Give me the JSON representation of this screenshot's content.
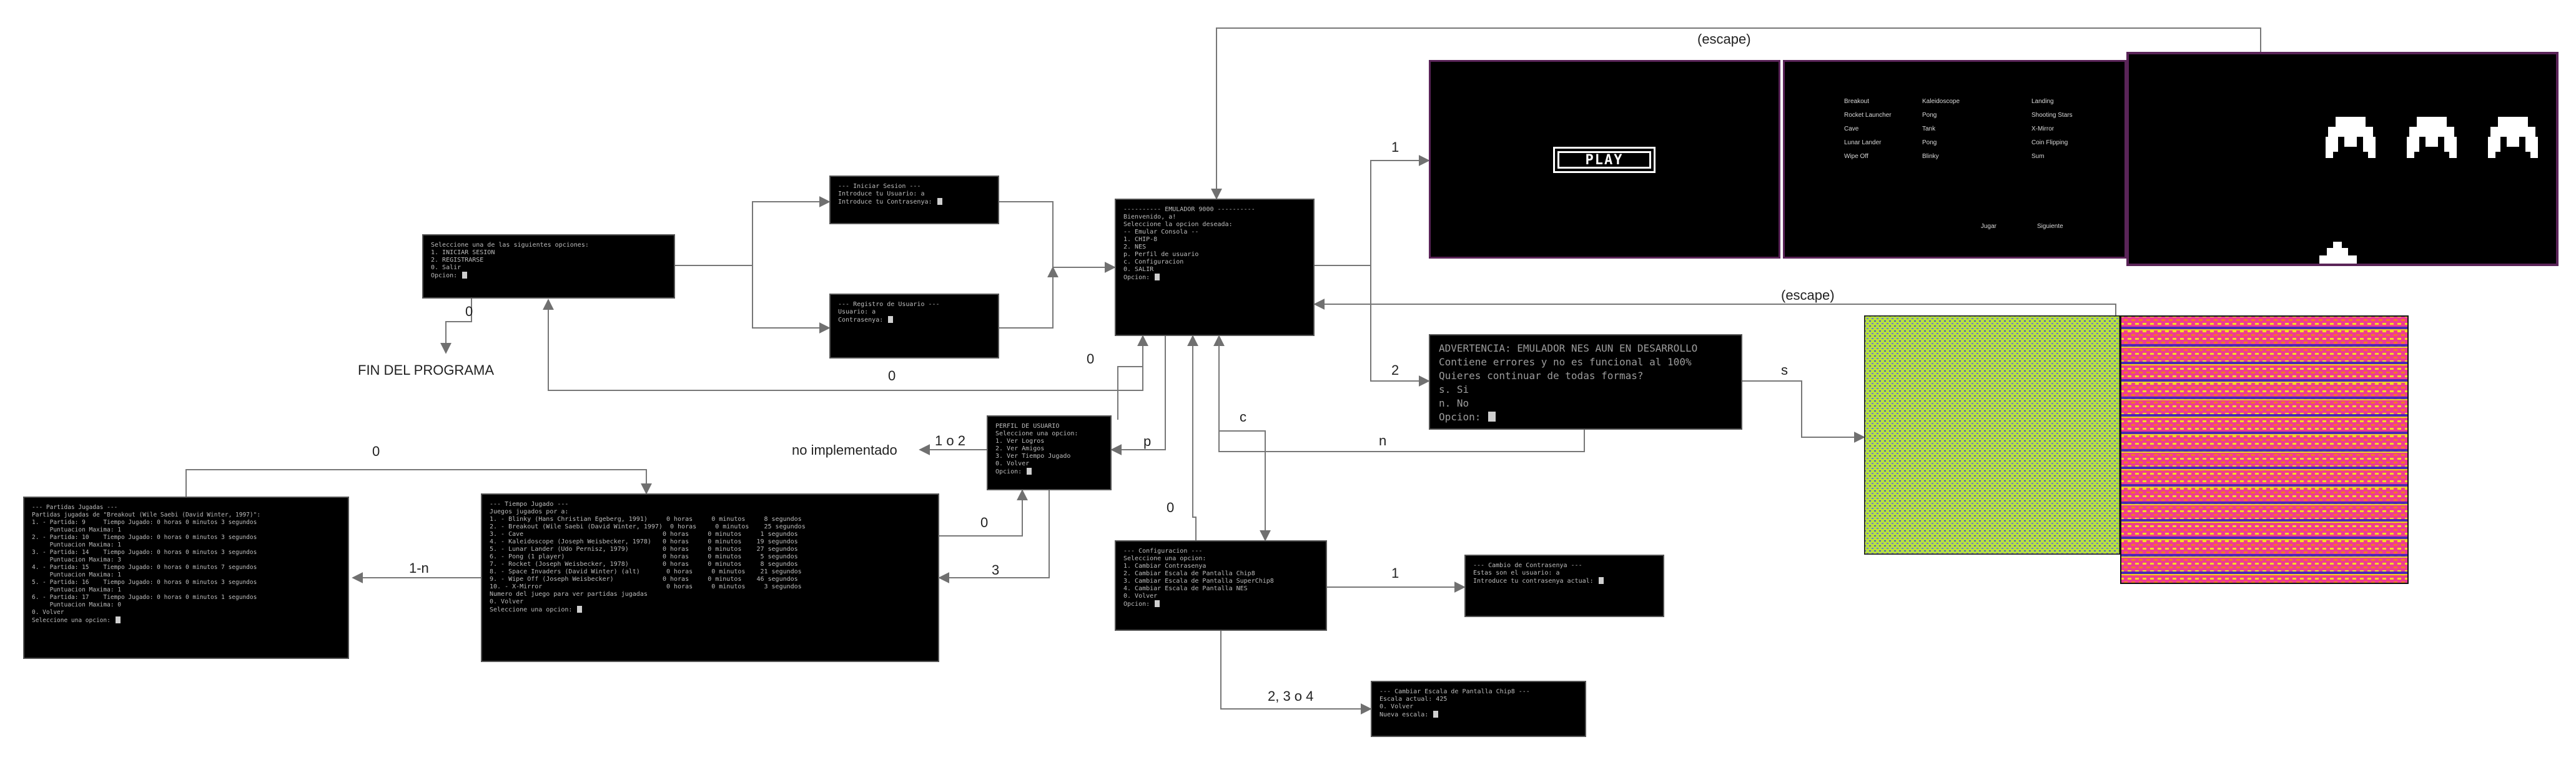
{
  "labels": {
    "escape_top": "(escape)",
    "escape_mid": "(escape)",
    "zero_main": "0",
    "fin": "FIN DEL PROGRAMA",
    "zero_emul_to_main": "0",
    "zero_perfil_to_emul": "0",
    "one_to_play": "1",
    "two_to_warn": "2",
    "s_to_nes": "s",
    "n_back": "n",
    "p_to_perfil": "p",
    "c_to_config": "c",
    "one_or_two": "1 o 2",
    "no_impl": "no implementado",
    "zero_partidas": "0",
    "one_n": "1-n",
    "zero_tiempo": "0",
    "three": "3",
    "zero_config": "0",
    "one_config": "1",
    "two_three_four": "2, 3 o 4"
  },
  "terminals": {
    "main_menu": [
      "Seleccione una de las siguientes opciones:",
      "1. INICIAR SESION",
      "2. REGISTRARSE",
      "0. Salir",
      "Opcion: "
    ],
    "login": [
      "--- Iniciar Sesion ---",
      "Introduce tu Usuario: a",
      "",
      "Introduce tu Contrasenya: "
    ],
    "register": [
      "--- Registro de Usuario ---",
      "",
      "Usuario: a",
      "",
      "Contrasenya: "
    ],
    "emulator": [
      "---------- EMULADOR 9000 ----------",
      "Bienvenido, a!",
      "Seleccione la opcion deseada:",
      "",
      "-- Emular Consola --",
      "1. CHIP-8",
      "2. NES",
      "",
      "p. Perfil de usuario",
      "c. Configuracion",
      "",
      "0. SALIR",
      "Opcion: "
    ],
    "warning": [
      "ADVERTENCIA: EMULADOR NES AUN EN DESARROLLO",
      "Contiene errores y no es funcional al 100%",
      "Quieres continuar de todas formas?",
      "s. Si",
      "n. No",
      "Opcion: "
    ],
    "perfil": [
      "PERFIL DE USUARIO",
      "Seleccione una opcion:",
      "1. Ver Logros",
      "2. Ver Amigos",
      "3. Ver Tiempo Jugado",
      "0. Volver",
      "Opcion: "
    ],
    "tiempo": [
      "--- Tiempo Jugado ---",
      "Juegos jugados por a:",
      "1. - Blinky (Hans Christian Egeberg, 1991)     0 horas     0 minutos     8 segundos",
      "2. - Breakout (Wile Saebi (David Winter, 1997)  0 horas     0 minutos    25 segundos",
      "3. - Cave                                     0 horas     0 minutos     1 segundos",
      "4. - Kaleidoscope (Joseph Weisbecker, 1978)   0 horas     0 minutos    19 segundos",
      "5. - Lunar Lander (Udo Pernisz, 1979)         0 horas     0 minutos    27 segundos",
      "6. - Pong (1 player)                          0 horas     0 minutos     5 segundos",
      "7. - Rocket (Joseph Weisbecker, 1978)         0 horas     0 minutos     8 segundos",
      "8. - Space Invaders (David Winter) (alt)       0 horas     0 minutos    21 segundos",
      "9. - Wipe Off (Joseph Weisbecker)             0 horas     0 minutos    46 segundos",
      "10. - X-Mirror                                 0 horas     0 minutos     3 segundos",
      "",
      "Numero del juego para ver partidas jugadas",
      "0. Volver",
      "Seleccione una opcion: "
    ],
    "partidas": [
      "--- Partidas Jugadas ---",
      "Partidas jugadas de \"Breakout (Wile Saebi (David Winter, 1997)\":",
      "1. - Partida: 9     Tiempo Jugado: 0 horas 0 minutos 3 segundos",
      "     Puntuacion Maxima: 1",
      "2. - Partida: 10    Tiempo Jugado: 0 horas 0 minutos 3 segundos",
      "     Puntuacion Maxima: 1",
      "3. - Partida: 14    Tiempo Jugado: 0 horas 0 minutos 3 segundos",
      "     Puntuacion Maxima: 3",
      "4. - Partida: 15    Tiempo Jugado: 0 horas 0 minutos 7 segundos",
      "     Puntuacion Maxima: 1",
      "5. - Partida: 16    Tiempo Jugado: 0 horas 0 minutos 3 segundos",
      "     Puntuacion Maxima: 1",
      "6. - Partida: 17    Tiempo Jugado: 0 horas 0 minutos 1 segundos",
      "     Puntuacion Maxima: 0",
      "",
      "0. Volver",
      "Seleccione una opcion: "
    ],
    "config": [
      "--- Configuracion ---",
      "Seleccione una opcion:",
      "1. Cambiar Contrasenya",
      "2. Cambiar Escala de Pantalla Chip8",
      "3. Cambiar Escala de Pantalla SuperChip8",
      "4. Cambiar Escala de Pantalla NES",
      "0. Volver",
      "Opcion: "
    ],
    "cambio_pw": [
      "--- Cambio de Contrasenya ---",
      "Estas son el usuario: a",
      "",
      "Introduce tu contrasenya actual: "
    ],
    "escala": [
      "--- Cambiar Escala de Pantalla Chip8 ---",
      "Escala actual: 425",
      "0. Volver",
      "Nueva escala: "
    ]
  },
  "screens": {
    "play_logo": "PLAY",
    "games": [
      [
        "Breakout",
        "Kaleidoscope",
        "Landing"
      ],
      [
        "Rocket Launcher",
        "Pong",
        "Shooting Stars"
      ],
      [
        "Cave",
        "Tank",
        "X-Mirror"
      ],
      [
        "Lunar Lander",
        "Pong",
        "Coin Flipping"
      ],
      [
        "Wipe Off",
        "Blinky",
        "Sum"
      ]
    ],
    "jugar": "Jugar",
    "siguiente": "Siguiente"
  },
  "colors": {
    "terminal_bg": "#000000",
    "terminal_text": "#bdbdbd",
    "wire": "#707070",
    "screen_border": "#6a2a6a",
    "nes_green": "#b8e040",
    "nes_pink": "#f03c90",
    "nes_yellow": "#f0e020",
    "nes_blue": "#3020c0"
  }
}
